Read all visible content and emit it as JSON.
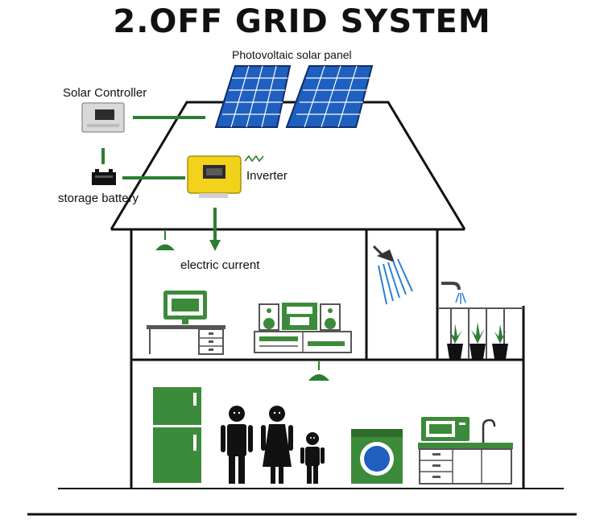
{
  "title": "2.OFF GRID SYSTEM",
  "labels": {
    "solar_panel": "Photovoltaic solar panel",
    "solar_controller": "Solar Controller",
    "storage_battery": "storage battery",
    "inverter": "Inverter",
    "electric_current": "electric current"
  },
  "colors": {
    "line_green": "#2e7d32",
    "appliance_green": "#3c8b3a",
    "inverter_yellow": "#f2d21b",
    "panel_blue": "#1f5fbf",
    "house_line": "#111111",
    "washer_drum": "#1f5fbf"
  }
}
